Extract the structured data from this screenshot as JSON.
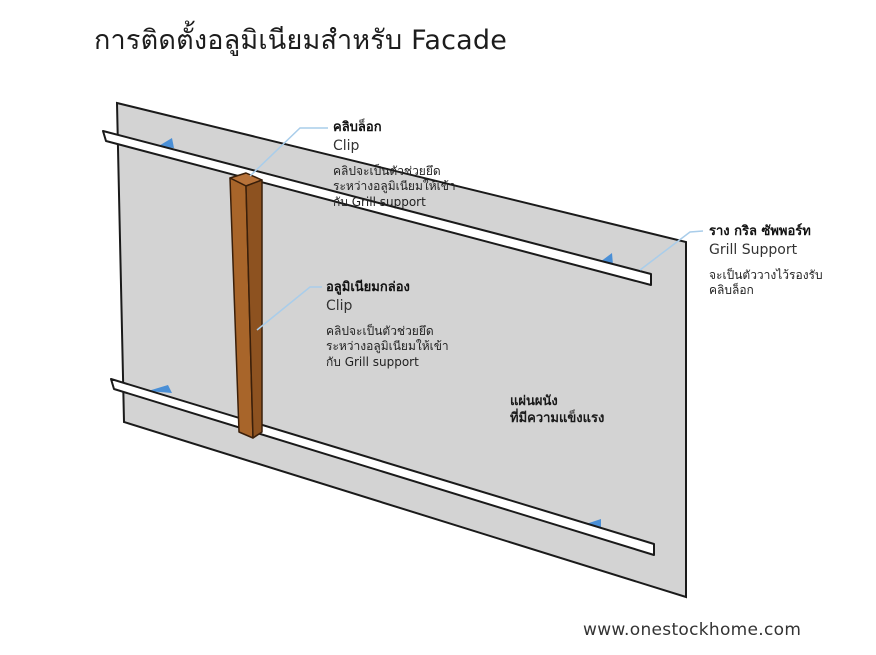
{
  "title": "การติดตั้งอลูมิเนียมสำหรับ Facade",
  "colors": {
    "wall_fill": "#d3d3d3",
    "outline": "#1a1a1a",
    "rail_fill": "#ffffff",
    "post_front": "#a8652a",
    "post_side": "#8d5220",
    "post_top": "#b8733a",
    "clip_blue": "#4a8fd6",
    "leader_line": "#a9cdea"
  },
  "labels": {
    "clip": {
      "th": "คลิบล็อก",
      "en": "Clip",
      "desc": [
        "คลิปจะเป็นตัวช่วยยึด",
        "ระหว่างอลูมิเนียมให้เข้า",
        "กับ Grill support"
      ]
    },
    "box_aluminium": {
      "th": "อลูมิเนียมกล่อง",
      "en": "Clip",
      "desc": [
        "คลิปจะเป็นตัวช่วยยึด",
        "ระหว่างอลูมิเนียมให้เข้า",
        "กับ Grill support"
      ]
    },
    "grill_support": {
      "th": "ราง กริล ซัพพอร์ท",
      "en": "Grill Support",
      "desc": [
        "จะเป็นตัววางไว้รองรับ",
        "คลิบล็อก"
      ]
    },
    "wall": {
      "lines": [
        "แผ่นผนัง",
        "ที่มีความแข็งแรง"
      ]
    }
  },
  "footer": "www.onestockhome.com"
}
